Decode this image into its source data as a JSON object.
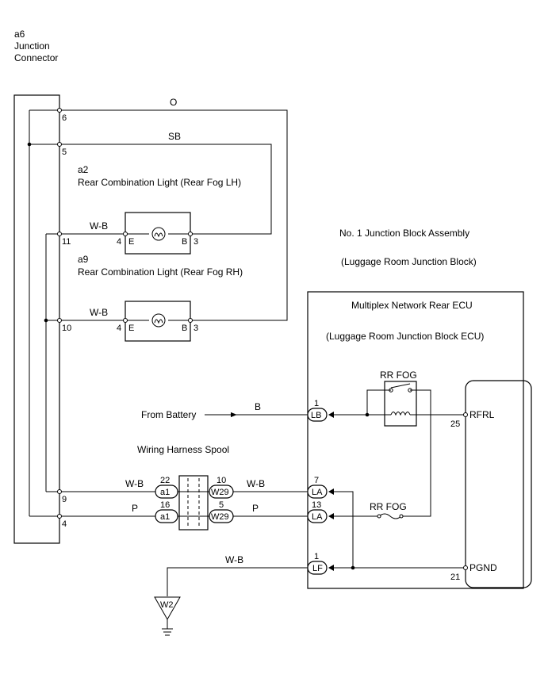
{
  "junction_connector": {
    "id": "a6",
    "line1": "Junction",
    "line2": "Connector",
    "pins": [
      "6",
      "5",
      "11",
      "10",
      "9",
      "4"
    ]
  },
  "wires": {
    "o": "O",
    "sb": "SB",
    "wb": "W-B",
    "b": "B",
    "p": "P"
  },
  "rear_fog_lh": {
    "id": "a2",
    "name": "Rear Combination Light (Rear Fog LH)",
    "pin_e": "4",
    "pin_b": "3",
    "term_e": "E",
    "term_b": "B"
  },
  "rear_fog_rh": {
    "id": "a9",
    "name": "Rear Combination Light (Rear Fog RH)",
    "pin_e": "4",
    "pin_b": "3",
    "term_e": "E",
    "term_b": "B"
  },
  "junction_block": {
    "title": "No. 1 Junction Block Assembly",
    "subtitle": "(Luggage Room Junction Block)"
  },
  "ecu": {
    "title": "Multiplex Network Rear ECU",
    "subtitle": "(Luggage Room Junction Block ECU)",
    "rfrl": "RFRL",
    "rfrl_pin": "25",
    "pgnd": "PGND",
    "pgnd_pin": "21"
  },
  "relay": {
    "label": "RR FOG"
  },
  "fuse": {
    "label": "RR FOG"
  },
  "from_battery": "From Battery",
  "spool": {
    "label": "Wiring Harness Spool",
    "left_conn": "a1",
    "right_conn": "W29",
    "row1_left_pin": "22",
    "row1_right_pin": "10",
    "row2_left_pin": "16",
    "row2_right_pin": "5"
  },
  "connectors": {
    "lb": {
      "name": "LB",
      "pin": "1"
    },
    "la1": {
      "name": "LA",
      "pin": "7"
    },
    "la2": {
      "name": "LA",
      "pin": "13"
    },
    "lf": {
      "name": "LF",
      "pin": "1"
    }
  },
  "ground": "W2"
}
